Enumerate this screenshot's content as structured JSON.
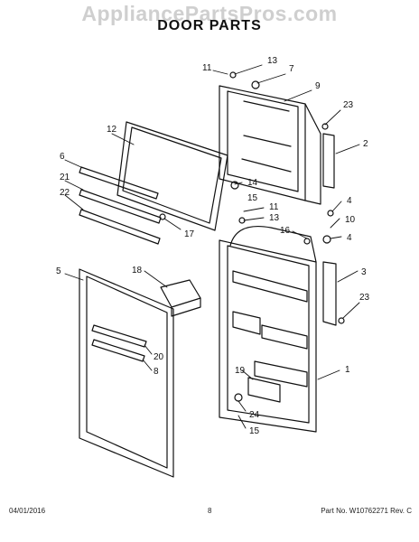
{
  "header": {
    "watermark": "AppliancePartsPros.com",
    "title": "DOOR PARTS"
  },
  "callouts": [
    "13",
    "7",
    "11",
    "9",
    "23",
    "2",
    "12",
    "6",
    "14",
    "21",
    "15",
    "22",
    "4",
    "11",
    "13",
    "10",
    "17",
    "16",
    "4",
    "3",
    "5",
    "18",
    "23",
    "20",
    "8",
    "1",
    "19",
    "24",
    "15"
  ],
  "footer": {
    "date": "04/01/2016",
    "page": "8",
    "part": "Part No.  W10762271  Rev. C"
  }
}
